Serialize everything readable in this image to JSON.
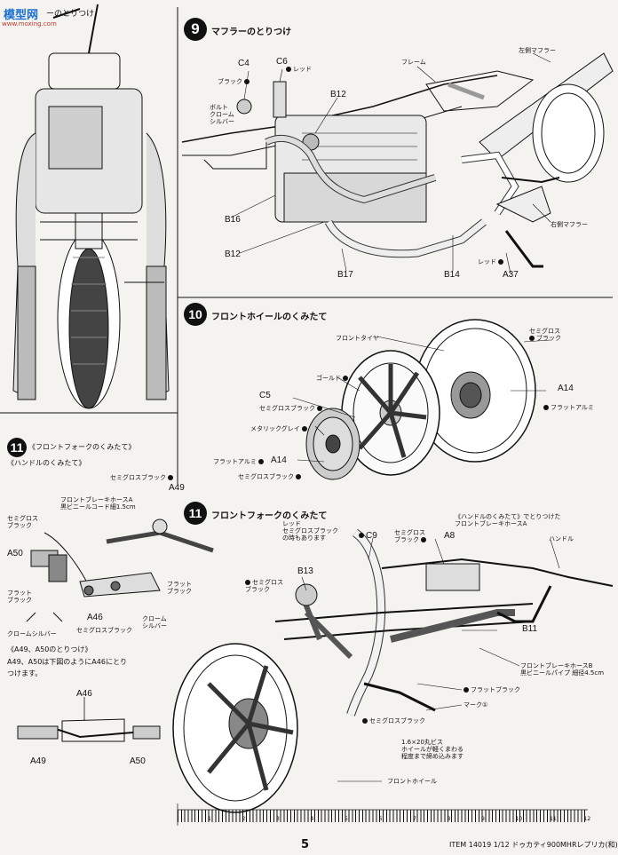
{
  "watermark": {
    "logo": "模型网",
    "url": "www.moxing.com"
  },
  "top_left": {
    "partial_title": "ーのとりつけ"
  },
  "step9": {
    "number": "9",
    "title": "マフラーのとりつけ",
    "labels": {
      "c4": "C4",
      "c6": "C6",
      "red": "レッド",
      "black": "ブラック",
      "bolt": "ボルト",
      "chrome": "クローム",
      "silver": "シルバー",
      "frame": "フレーム",
      "left_muffler": "左側マフラー",
      "right_muffler": "右側マフラー",
      "b12_top": "B12",
      "b16": "B16",
      "b12_low": "B12",
      "b17": "B17",
      "b14": "B14",
      "red2": "レッド",
      "a37": "A37"
    }
  },
  "step10": {
    "number": "10",
    "title": "フロントホイールのくみたて",
    "labels": {
      "tire": "フロントタイヤ",
      "semigloss": "セミグロス",
      "black": "ブラック",
      "gold": "ゴールド",
      "c5": "C5",
      "semigloss_black": "セミグロスブラック",
      "metallic_gray": "メタリックグレイ",
      "flat_alu": "フラットアルミ",
      "a14_left": "A14",
      "semigloss_black2": "セミグロスブラック",
      "a14_right": "A14",
      "flat_alu2": "フラットアルミ"
    }
  },
  "step11": {
    "number": "11",
    "title": "フロントフォークのくみたて",
    "labels": {
      "red": "レッド",
      "semigloss_black_note1": "セミグロスブラック",
      "semigloss_black_note2": "の時もあります",
      "c9": "C9",
      "semigloss": "セミグロス",
      "black": "ブラック",
      "a8": "A8",
      "handle_note": "《ハンドルのくみたて》でとりつけた",
      "brake_hose_a": "フロントブレーキホースA",
      "handle": "ハンドル",
      "b13": "B13",
      "semigloss2": "セミグロス",
      "black2": "ブラック",
      "b11": "B11",
      "brake_hose_b": "フロントブレーキホースB",
      "vinyl_pipe": "黒ビニールパイプ 細径4.5cm",
      "flat_black": "フラットブラック",
      "mark": "マーク①",
      "semigloss_black": "セミグロスブラック",
      "screw1": "1.6×20丸ビス",
      "screw2": "ホイールが軽くまわる",
      "screw3": "程度まで締め込みます",
      "front_wheel": "フロントホイール"
    }
  },
  "left_col": {
    "sub_num": "11",
    "sub_title": "《フロントフォークのくみたて》",
    "handle_title": "《ハンドルのくみたて》",
    "labels": {
      "semigloss_black_top": "セミグロスブラック",
      "a49": "A49",
      "hose_a": "フロントブレーキホースA",
      "vinyl_cord": "黒ビニールコード細1.5cm",
      "semigloss": "セミグロス",
      "black": "ブラック",
      "a50": "A50",
      "flat": "フラット",
      "black2": "ブラック",
      "flat2": "フラット",
      "black3": "ブラック",
      "a46": "A46",
      "semigloss_black": "セミグロスブラック",
      "chrome": "クローム",
      "silver": "シルバー",
      "chrome_silver": "クロームシルバー"
    },
    "note_title": "《A49、A50のとりつけ》",
    "note_line1": "A49、A50は下図のようにA46にとり",
    "note_line2": "つけます。",
    "small": {
      "a46": "A46",
      "a49": "A49",
      "a50": "A50"
    }
  },
  "footer": {
    "page_number": "5",
    "item": "ITEM 14019  1/12 ドゥカティ900MHRレプリカ(和)",
    "ruler_numbers": [
      "1",
      "2",
      "3",
      "4",
      "5",
      "6",
      "7",
      "8",
      "9",
      "10",
      "11",
      "12"
    ]
  }
}
